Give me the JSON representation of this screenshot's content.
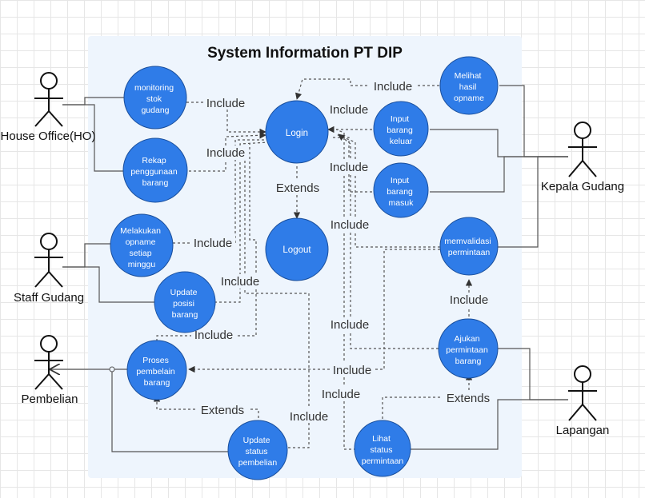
{
  "system": {
    "title": "System Information PT DIP"
  },
  "actors": {
    "house_office": "House Office(HO)",
    "staff_gudang": "Staff Gudang",
    "pembelian": "Pembelian",
    "kepala_gudang": "Kepala Gudang",
    "lapangan": "Lapangan"
  },
  "use_cases": {
    "monitoring": [
      "monitoring",
      "stok",
      "gudang"
    ],
    "rekap": [
      "Rekap",
      "penggunaan",
      "barang"
    ],
    "opname": [
      "Melakukan",
      "opname",
      "setiap",
      "minggu"
    ],
    "update_posisi": [
      "Update",
      "posisi",
      "barang"
    ],
    "proses": [
      "Proses",
      "pembelain",
      "barang"
    ],
    "update_status": [
      "Update",
      "status",
      "pembelian"
    ],
    "login": [
      "Login"
    ],
    "logout": [
      "Logout"
    ],
    "melihat": [
      "Melihat",
      "hasil",
      "opname"
    ],
    "input_keluar": [
      "Input",
      "barang",
      "keluar"
    ],
    "input_masuk": [
      "Input",
      "barang",
      "masuk"
    ],
    "memvalidasi": [
      "memvalidasi",
      "permintaan"
    ],
    "ajukan": [
      "Ajukan",
      "permintaan",
      "barang"
    ],
    "lihat_status": [
      "Lihat",
      "status",
      "permintaan"
    ]
  },
  "relations": {
    "include": "Include",
    "extends": "Extends"
  },
  "colors": {
    "use_case_fill": "#2f7ce8",
    "system_background": "#eef5fd"
  }
}
